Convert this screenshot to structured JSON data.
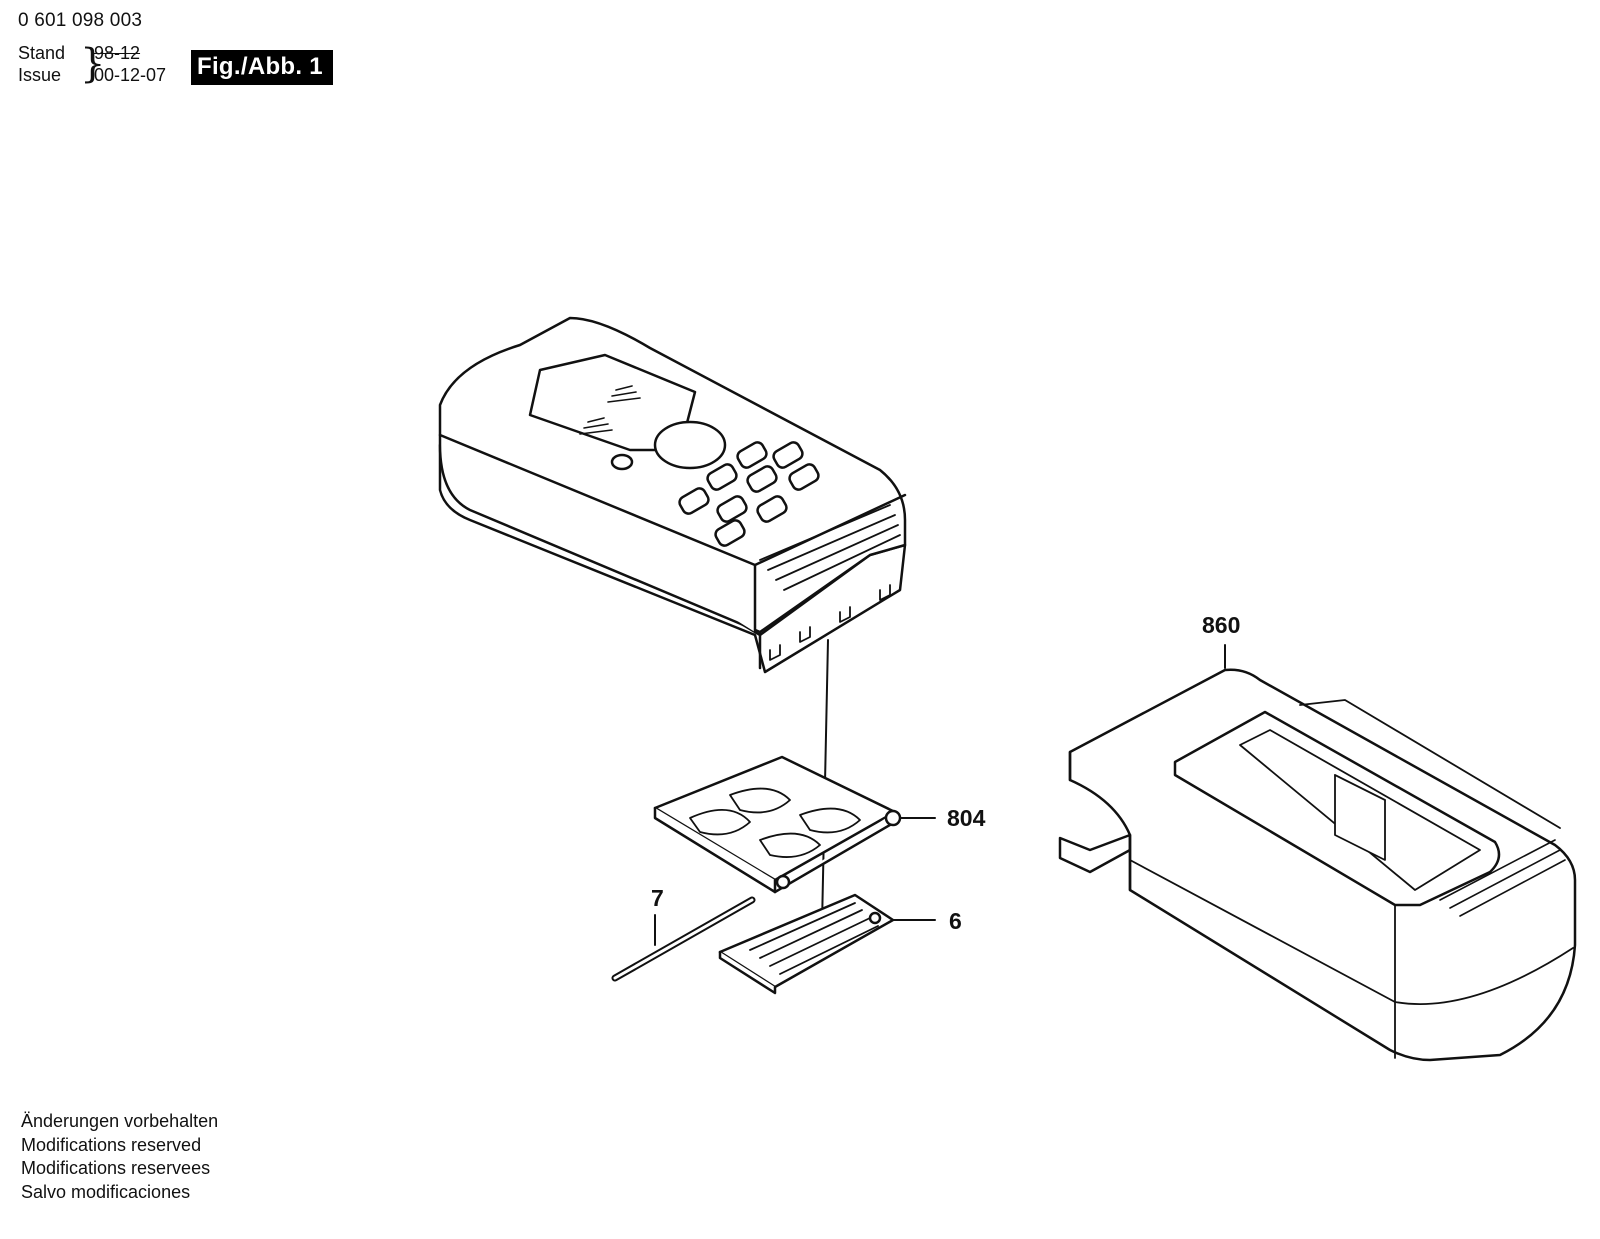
{
  "header": {
    "part_number": "0 601 098 003",
    "stand_label": "Stand",
    "issue_label": "Issue",
    "old_date": "98-12",
    "issue_date": "00-12-07",
    "figure_label": "Fig./Abb. 1"
  },
  "callouts": {
    "part_860": "860",
    "part_804": "804",
    "part_7": "7",
    "part_6": "6"
  },
  "footer": {
    "line_de": "Änderungen vorbehalten",
    "line_en": "Modifications reserved",
    "line_fr": "Modifications reservees",
    "line_es": "Salvo modificaciones"
  }
}
